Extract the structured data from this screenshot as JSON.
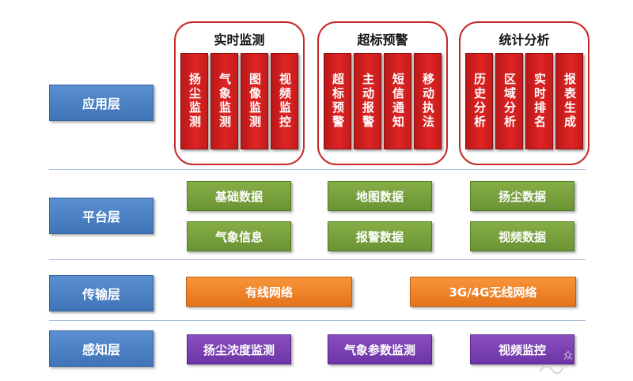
{
  "layers": {
    "application": "应用层",
    "platform": "平台层",
    "transport": "传输层",
    "perception": "感知层"
  },
  "application_groups": [
    {
      "title": "实时监测",
      "modules": [
        "扬尘监测",
        "气象监测",
        "图像监测",
        "视频监控"
      ]
    },
    {
      "title": "超标预警",
      "modules": [
        "超标预警",
        "主动报警",
        "短信通知",
        "移动执法"
      ]
    },
    {
      "title": "统计分析",
      "modules": [
        "历史分析",
        "区域分析",
        "实时排名",
        "报表生成"
      ]
    }
  ],
  "platform_items": [
    "基础数据",
    "地图数据",
    "扬尘数据",
    "气象信息",
    "报警数据",
    "视频数据"
  ],
  "transport_items": [
    "有线网络",
    "3G/4G无线网络"
  ],
  "perception_items": [
    "扬尘浓度监测",
    "气象参数监测",
    "视频监控"
  ],
  "watermark": "众"
}
